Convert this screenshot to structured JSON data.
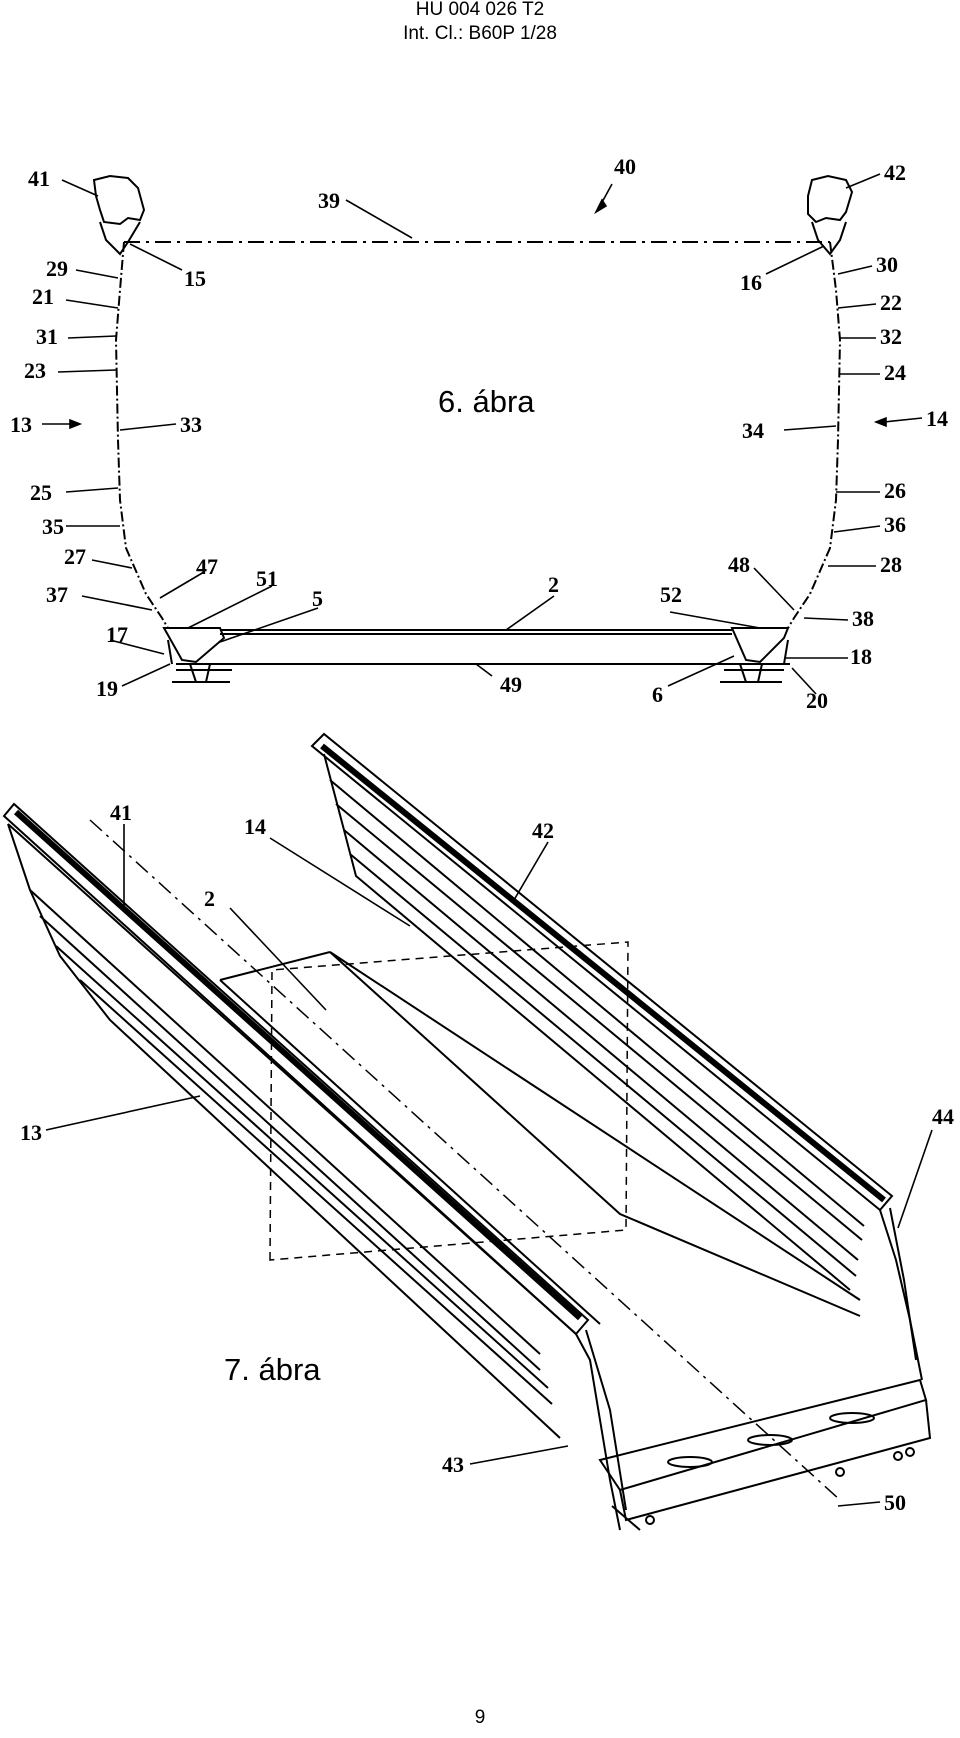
{
  "header": {
    "line1": "HU 004 026 T2",
    "line2": "Int. Cl.: B60P 1/28"
  },
  "figure6": {
    "caption": "6. ábra",
    "labels": [
      {
        "id": "l41",
        "text": "41"
      },
      {
        "id": "l40",
        "text": "40"
      },
      {
        "id": "l42",
        "text": "42"
      },
      {
        "id": "l39",
        "text": "39"
      },
      {
        "id": "l29",
        "text": "29"
      },
      {
        "id": "l15",
        "text": "15"
      },
      {
        "id": "l16",
        "text": "16"
      },
      {
        "id": "l30",
        "text": "30"
      },
      {
        "id": "l21",
        "text": "21"
      },
      {
        "id": "l22",
        "text": "22"
      },
      {
        "id": "l31",
        "text": "31"
      },
      {
        "id": "l32",
        "text": "32"
      },
      {
        "id": "l23",
        "text": "23"
      },
      {
        "id": "l24",
        "text": "24"
      },
      {
        "id": "l13",
        "text": "13"
      },
      {
        "id": "l33",
        "text": "33"
      },
      {
        "id": "l34",
        "text": "34"
      },
      {
        "id": "l14",
        "text": "14"
      },
      {
        "id": "l25",
        "text": "25"
      },
      {
        "id": "l26",
        "text": "26"
      },
      {
        "id": "l35",
        "text": "35"
      },
      {
        "id": "l36",
        "text": "36"
      },
      {
        "id": "l27",
        "text": "27"
      },
      {
        "id": "l28",
        "text": "28"
      },
      {
        "id": "l47",
        "text": "47"
      },
      {
        "id": "l48",
        "text": "48"
      },
      {
        "id": "l51",
        "text": "51"
      },
      {
        "id": "l52",
        "text": "52"
      },
      {
        "id": "l37",
        "text": "37"
      },
      {
        "id": "l38",
        "text": "38"
      },
      {
        "id": "l2",
        "text": "2"
      },
      {
        "id": "l5",
        "text": "5"
      },
      {
        "id": "l17",
        "text": "17"
      },
      {
        "id": "l18",
        "text": "18"
      },
      {
        "id": "l19",
        "text": "19"
      },
      {
        "id": "l49",
        "text": "49"
      },
      {
        "id": "l6",
        "text": "6"
      },
      {
        "id": "l20",
        "text": "20"
      }
    ]
  },
  "figure7": {
    "caption": "7. ábra",
    "labels": [
      {
        "id": "m41",
        "text": "41"
      },
      {
        "id": "m42",
        "text": "42"
      },
      {
        "id": "m14",
        "text": "14"
      },
      {
        "id": "m2",
        "text": "2"
      },
      {
        "id": "m13",
        "text": "13"
      },
      {
        "id": "m44",
        "text": "44"
      },
      {
        "id": "m43",
        "text": "43"
      },
      {
        "id": "m50",
        "text": "50"
      }
    ]
  },
  "page_number": "9"
}
